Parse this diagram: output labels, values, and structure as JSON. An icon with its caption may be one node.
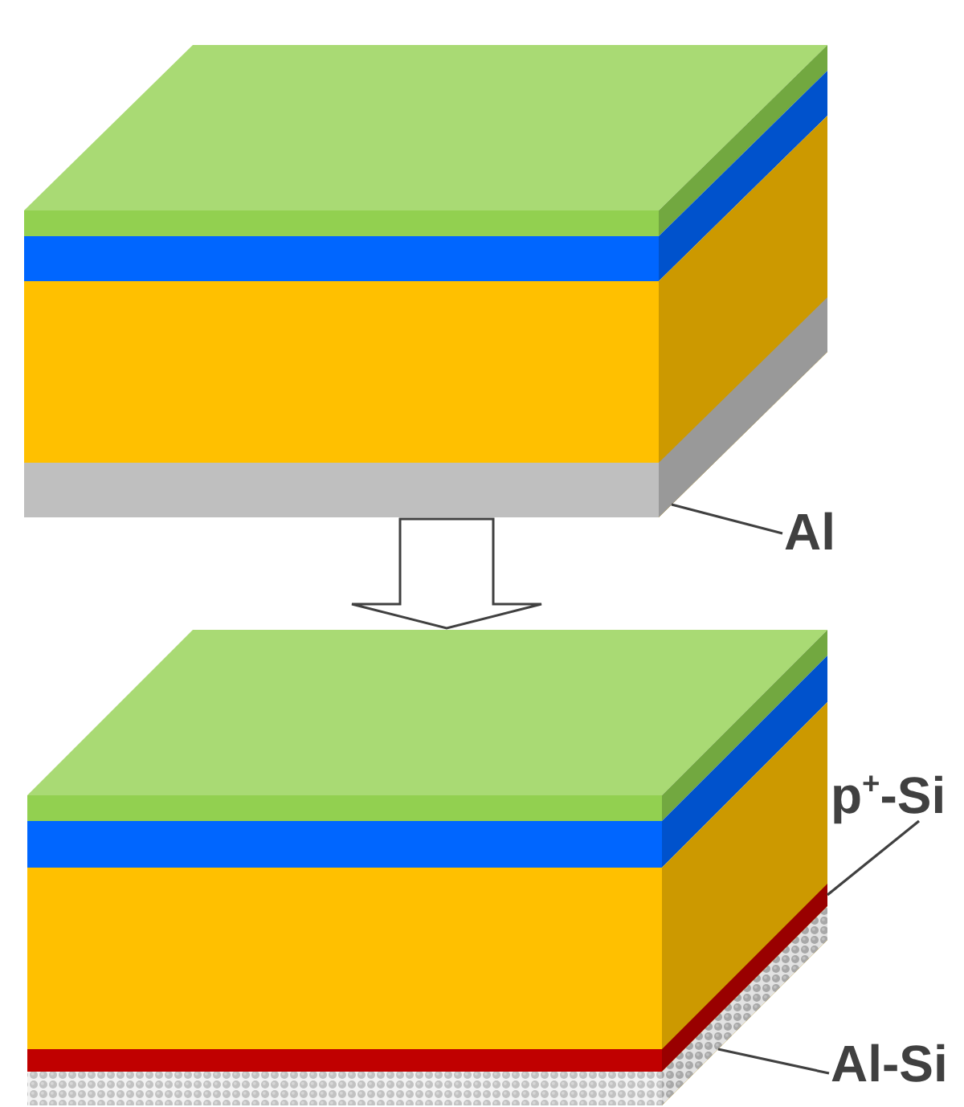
{
  "diagram": {
    "nodes": [
      {
        "text": [],
        "shape": "box"
      },
      {
        "text": [],
        "shape": "bar",
        "in": 0
      },
      {
        "text": [
          "Al"
        ]
      },
      {
        "text": [],
        "shape": "box"
      },
      {
        "text": [],
        "shape": "bar",
        "in": 3
      },
      {
        "text": [
          "p$^{+}$-Si"
        ]
      },
      {
        "text": [],
        "shape": "bar",
        "in": 3
      },
      {
        "text": [
          "Al-Si"
        ]
      }
    ],
    "edges": [
      {
        "from": 2,
        "to": 1,
        "arrow": "none"
      },
      {
        "from": 0,
        "to": 3,
        "arrow": "to",
        "style": "thick"
      },
      {
        "from": 5,
        "to": 4,
        "arrow": "none"
      },
      {
        "from": 7,
        "to": 6,
        "arrow": "none"
      }
    ]
  }
}
